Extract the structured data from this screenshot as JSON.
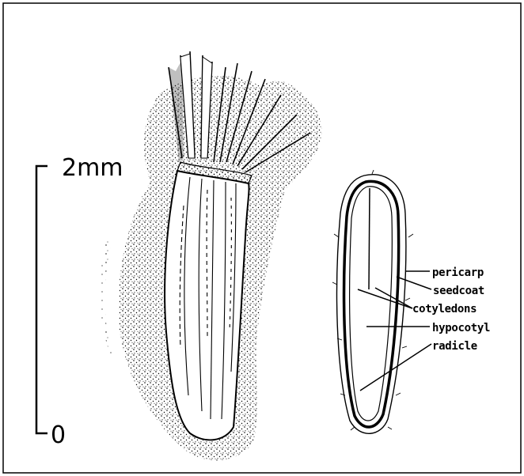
{
  "scale_bar": {
    "top_label": "2mm",
    "bottom_label": "0"
  },
  "labels": {
    "pericarp": "pericarp",
    "seed_coat": "seedcoat",
    "cotyledons": "cotyledons",
    "hypocotyl": "hypocotyl",
    "radicle": "radicle"
  }
}
